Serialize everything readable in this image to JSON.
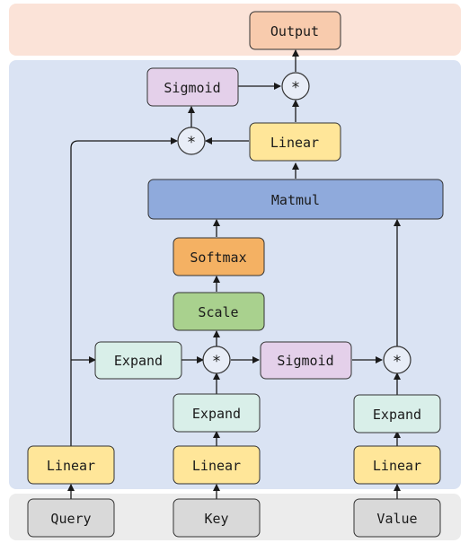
{
  "inputs": {
    "query": "Query",
    "key": "Key",
    "value": "Value"
  },
  "linear": {
    "query": "Linear",
    "key": "Linear",
    "value": "Linear",
    "top": "Linear"
  },
  "expand": {
    "left": "Expand",
    "key": "Expand",
    "value": "Expand"
  },
  "sigmoid": {
    "mid": "Sigmoid",
    "top": "Sigmoid"
  },
  "scale": "Scale",
  "softmax": "Softmax",
  "matmul": "Matmul",
  "output": "Output",
  "ops": {
    "mult_symbol": "*"
  },
  "colors": {
    "output_band": "#fbe3d8",
    "main_band": "#dae3f3",
    "input_band": "#ececec",
    "input_box": "#d9d9d9",
    "linear_box": "#ffe699",
    "expand_box": "#d9efe9",
    "sigmoid_box": "#e4d0ea",
    "scale_box": "#a9d18e",
    "softmax_box": "#f4b163",
    "matmul_box": "#8faadc",
    "output_box": "#f8cbad"
  }
}
